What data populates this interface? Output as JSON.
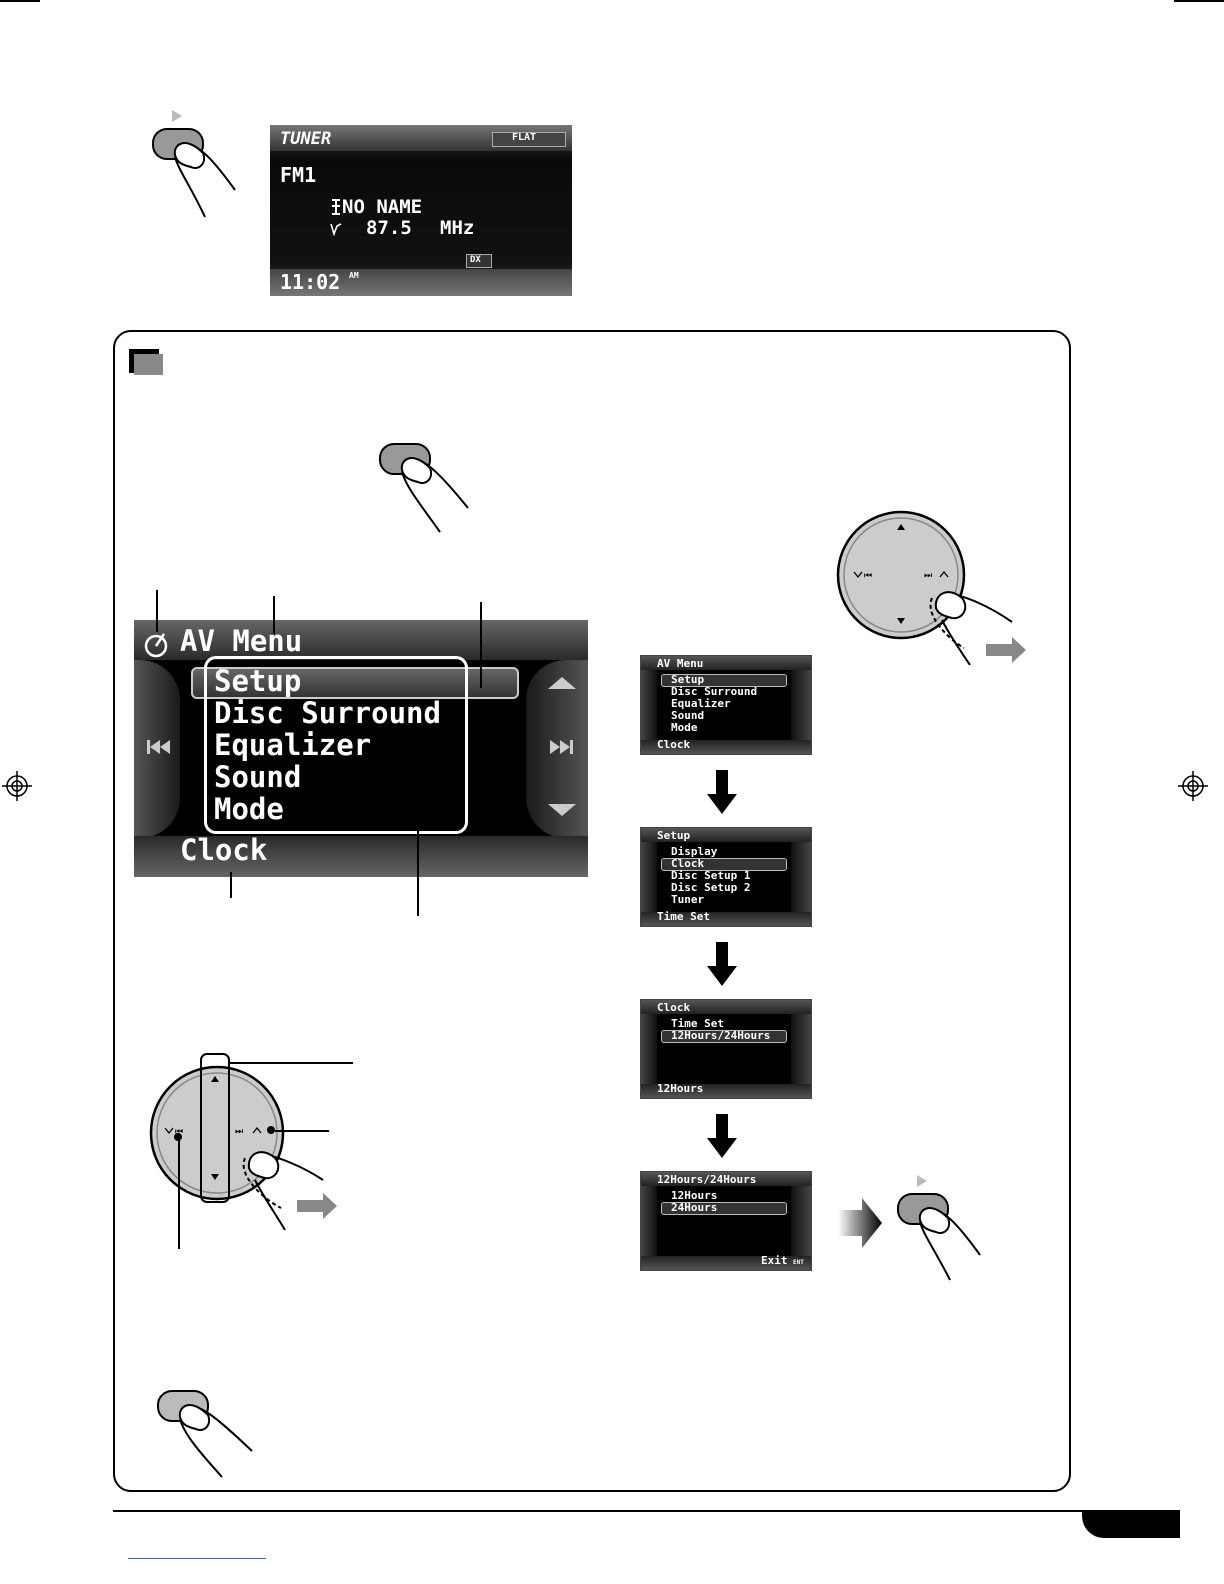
{
  "tuner_display": {
    "source": "TUNER",
    "eq": "FLAT",
    "band": "FM1",
    "station": "NO NAME",
    "frequency": "87.5",
    "unit": "MHz",
    "mode": "DX",
    "time": "11:02",
    "ampm": "AM"
  },
  "av_menu": {
    "title": "AV Menu",
    "items": [
      "Setup",
      "Disc Surround",
      "Equalizer",
      "Sound",
      "Mode"
    ],
    "footer": "Clock"
  },
  "steps": [
    {
      "title": "AV Menu",
      "items": [
        "Setup",
        "Disc Surround",
        "Equalizer",
        "Sound",
        "Mode"
      ],
      "selected": 0,
      "footer": "Clock",
      "enter": ""
    },
    {
      "title": "Setup",
      "items": [
        "Display",
        "Clock",
        "Disc Setup 1",
        "Disc Setup 2",
        "Tuner"
      ],
      "selected": 1,
      "footer": "Time Set",
      "enter": ""
    },
    {
      "title": "Clock",
      "items": [
        "Time Set",
        "12Hours/24Hours"
      ],
      "selected": 1,
      "footer": "12Hours",
      "enter": ""
    },
    {
      "title": "12Hours/24Hours",
      "items": [
        "12Hours",
        "24Hours"
      ],
      "selected": 1,
      "footer": "",
      "exit": "Exit",
      "enter": "ENT"
    }
  ]
}
